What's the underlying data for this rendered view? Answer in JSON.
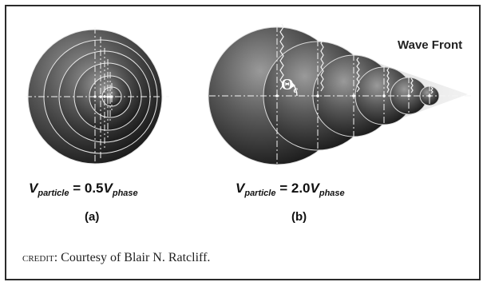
{
  "wave_front_label": "Wave Front",
  "theta_label": "Θ",
  "theta_sub": "c",
  "eq_a": {
    "v": "V",
    "sub1": "particle",
    "mid": " = 0.5",
    "v2": "V",
    "sub2": "phase"
  },
  "eq_b": {
    "v": "V",
    "sub1": "particle",
    "mid": " = 2.0",
    "v2": "V",
    "sub2": "phase"
  },
  "caption_a": "(a)",
  "caption_b": "(b)",
  "credit_label": "credit:",
  "credit_text": " Courtesy of Blair N. Ratcliff."
}
